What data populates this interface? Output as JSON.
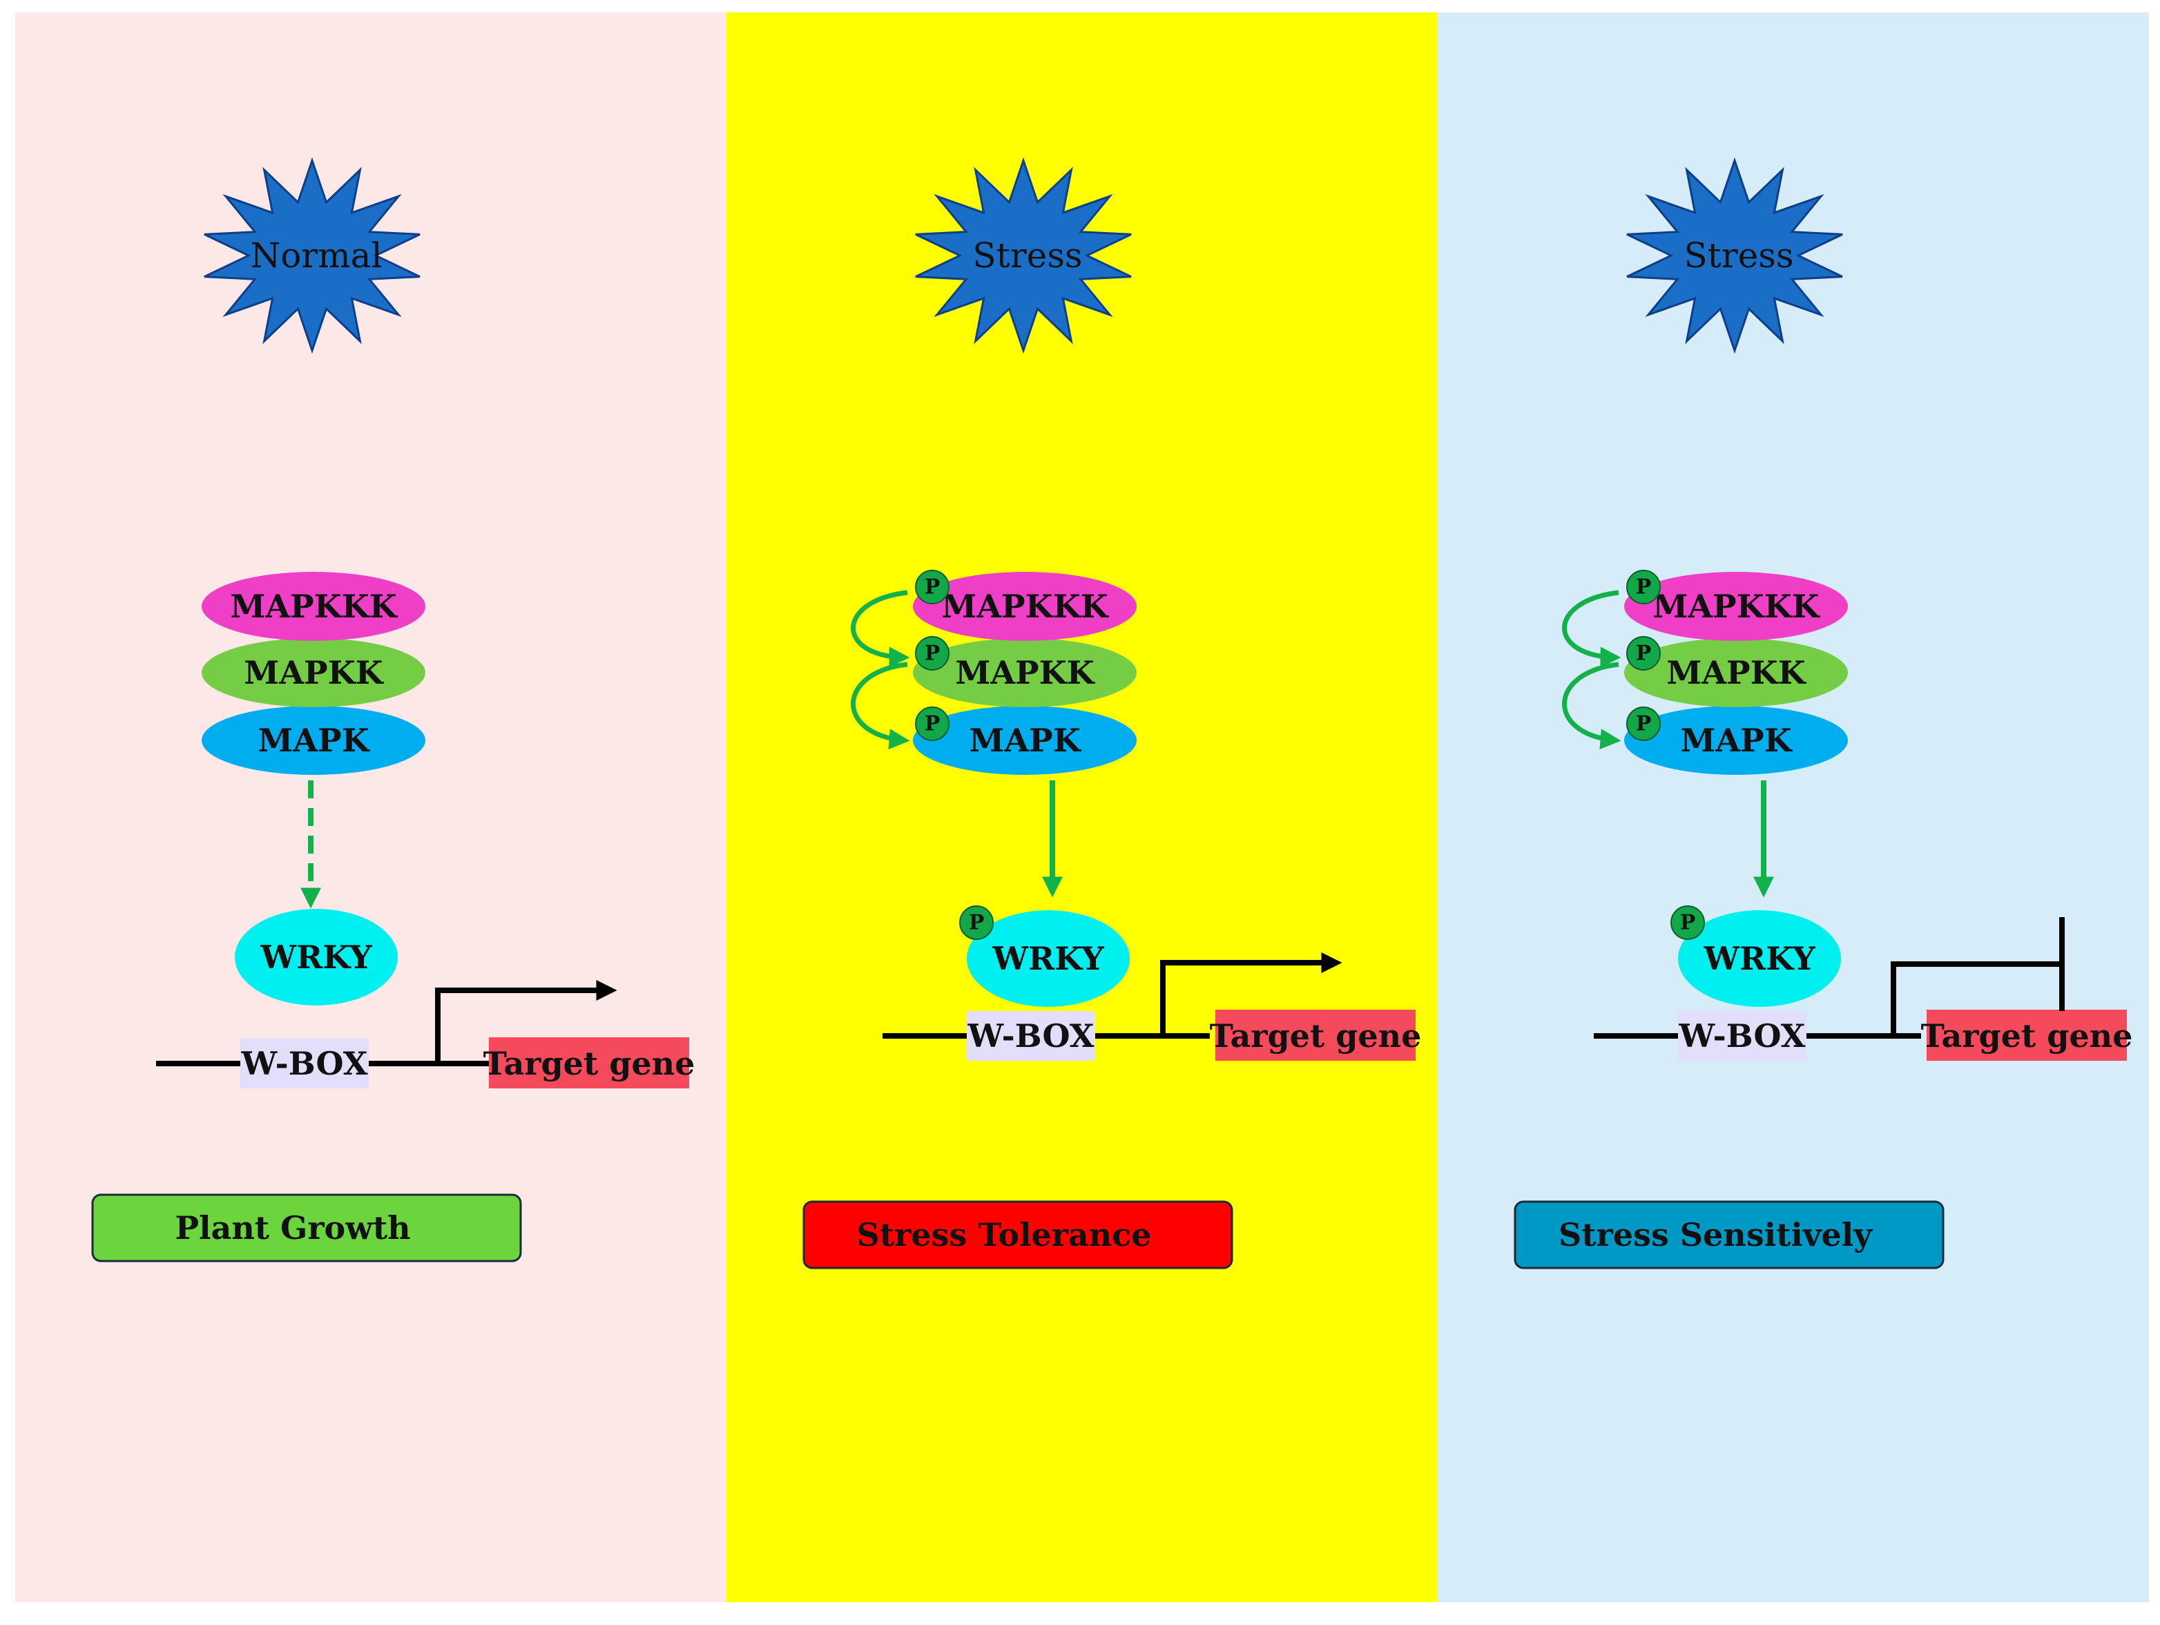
{
  "panels": [
    {
      "id": "normal",
      "background": "#fde8e8",
      "stimulus": "Normal",
      "kinases": [
        "MAPKKK",
        "MAPKK",
        "MAPK"
      ],
      "phosphorylated": false,
      "tf": "WRKY",
      "tf_phosphorylated": false,
      "signal": "dashed",
      "promoter": "W-BOX",
      "gene": "Target gene",
      "transcription": "active",
      "outcome": "Plant Growth",
      "outcome_color": "#6cd43c"
    },
    {
      "id": "tolerance",
      "background": "#ffff00",
      "stimulus": "Stress",
      "kinases": [
        "MAPKKK",
        "MAPKK",
        "MAPK"
      ],
      "phosphorylated": true,
      "tf": "WRKY",
      "tf_phosphorylated": true,
      "signal": "solid",
      "promoter": "W-BOX",
      "gene": "Target gene",
      "transcription": "active",
      "outcome": "Stress Tolerance",
      "outcome_color": "#ff0000"
    },
    {
      "id": "sensitivity",
      "background": "#d6ecf9",
      "stimulus": "Stress",
      "kinases": [
        "MAPKKK",
        "MAPKK",
        "MAPK"
      ],
      "phosphorylated": true,
      "tf": "WRKY",
      "tf_phosphorylated": true,
      "signal": "solid",
      "promoter": "W-BOX",
      "gene": "Target gene",
      "transcription": "repressed",
      "outcome": "Stress Sensitively",
      "outcome_color": "#0099c6"
    }
  ],
  "phospho_label": "P",
  "colors": {
    "star": "#1a6ec6",
    "mapkkk": "#ef3fc6",
    "mapkk": "#74cd45",
    "mapk": "#00aeef",
    "wrky": "#00f0f0",
    "wbox": "#e3defa",
    "gene": "#f44a5c",
    "signal": "#12b24a"
  }
}
